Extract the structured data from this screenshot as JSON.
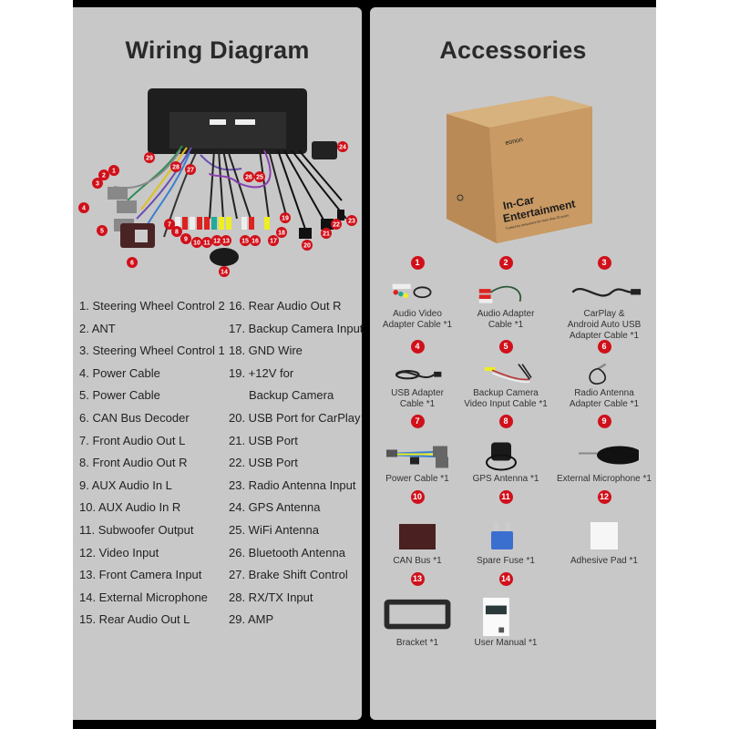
{
  "wiring": {
    "title": "Wiring Diagram",
    "markers": [
      "1",
      "2",
      "3",
      "4",
      "5",
      "6",
      "7",
      "8",
      "9",
      "10",
      "11",
      "12",
      "13",
      "14",
      "15",
      "16",
      "17",
      "18",
      "19",
      "20",
      "21",
      "22",
      "23",
      "24",
      "25",
      "26",
      "27",
      "28",
      "29"
    ],
    "legend_col1": [
      "1. Steering Wheel Control 2",
      "2. ANT",
      "3. Steering Wheel Control 1",
      "4. Power Cable",
      "5. Power Cable",
      "6. CAN Bus Decoder",
      "7. Front Audio Out L",
      "8. Front Audio Out R",
      "9. AUX Audio In L",
      "10. AUX Audio In R",
      "11. Subwoofer Output",
      "12. Video Input",
      "13. Front Camera Input",
      "14. External Microphone",
      "15. Rear Audio Out L"
    ],
    "legend_col2": [
      "16. Rear Audio Out R",
      "17. Backup Camera Input",
      "18. GND Wire",
      "19. +12V for",
      "Backup Camera",
      "20. USB Port for CarPlay",
      "21. USB Port",
      "22. USB Port",
      "23. Radio Antenna Input",
      "24. GPS Antenna",
      "25. WiFi Antenna",
      "26. Bluetooth Antenna",
      "27. Brake Shift Control",
      "28. RX/TX Input",
      "29. AMP"
    ]
  },
  "accessories": {
    "title": "Accessories",
    "box": {
      "brand": "eonon",
      "headline1": "In-Car",
      "headline2": "Entertainment",
      "tagline": "Trusted by consumers for more than 20 years."
    },
    "items": [
      {
        "num": "1",
        "label": [
          "Audio Video",
          "Adapter Cable *1"
        ]
      },
      {
        "num": "2",
        "label": [
          "Audio Adapter",
          "Cable *1"
        ]
      },
      {
        "num": "3",
        "label": [
          "CarPlay &",
          "Android Auto USB",
          "Adapter Cable *1"
        ]
      },
      {
        "num": "4",
        "label": [
          "USB Adapter",
          "Cable *1"
        ]
      },
      {
        "num": "5",
        "label": [
          "Backup Camera",
          "Video Input Cable *1"
        ]
      },
      {
        "num": "6",
        "label": [
          "Radio Antenna",
          "Adapter Cable *1"
        ]
      },
      {
        "num": "7",
        "label": [
          "Power Cable *1"
        ]
      },
      {
        "num": "8",
        "label": [
          "GPS Antenna *1"
        ]
      },
      {
        "num": "9",
        "label": [
          "External Microphone *1"
        ]
      },
      {
        "num": "10",
        "label": [
          "CAN Bus *1"
        ]
      },
      {
        "num": "11",
        "label": [
          "Spare Fuse *1"
        ]
      },
      {
        "num": "12",
        "label": [
          "Adhesive Pad *1"
        ]
      },
      {
        "num": "13",
        "label": [
          "Bracket *1"
        ]
      },
      {
        "num": "14",
        "label": [
          "User Manual *1"
        ]
      }
    ]
  },
  "colors": {
    "panel": "#c8c8c8",
    "frame": "#000000",
    "badge": "#d0101a",
    "title": "#2a2a2a"
  }
}
